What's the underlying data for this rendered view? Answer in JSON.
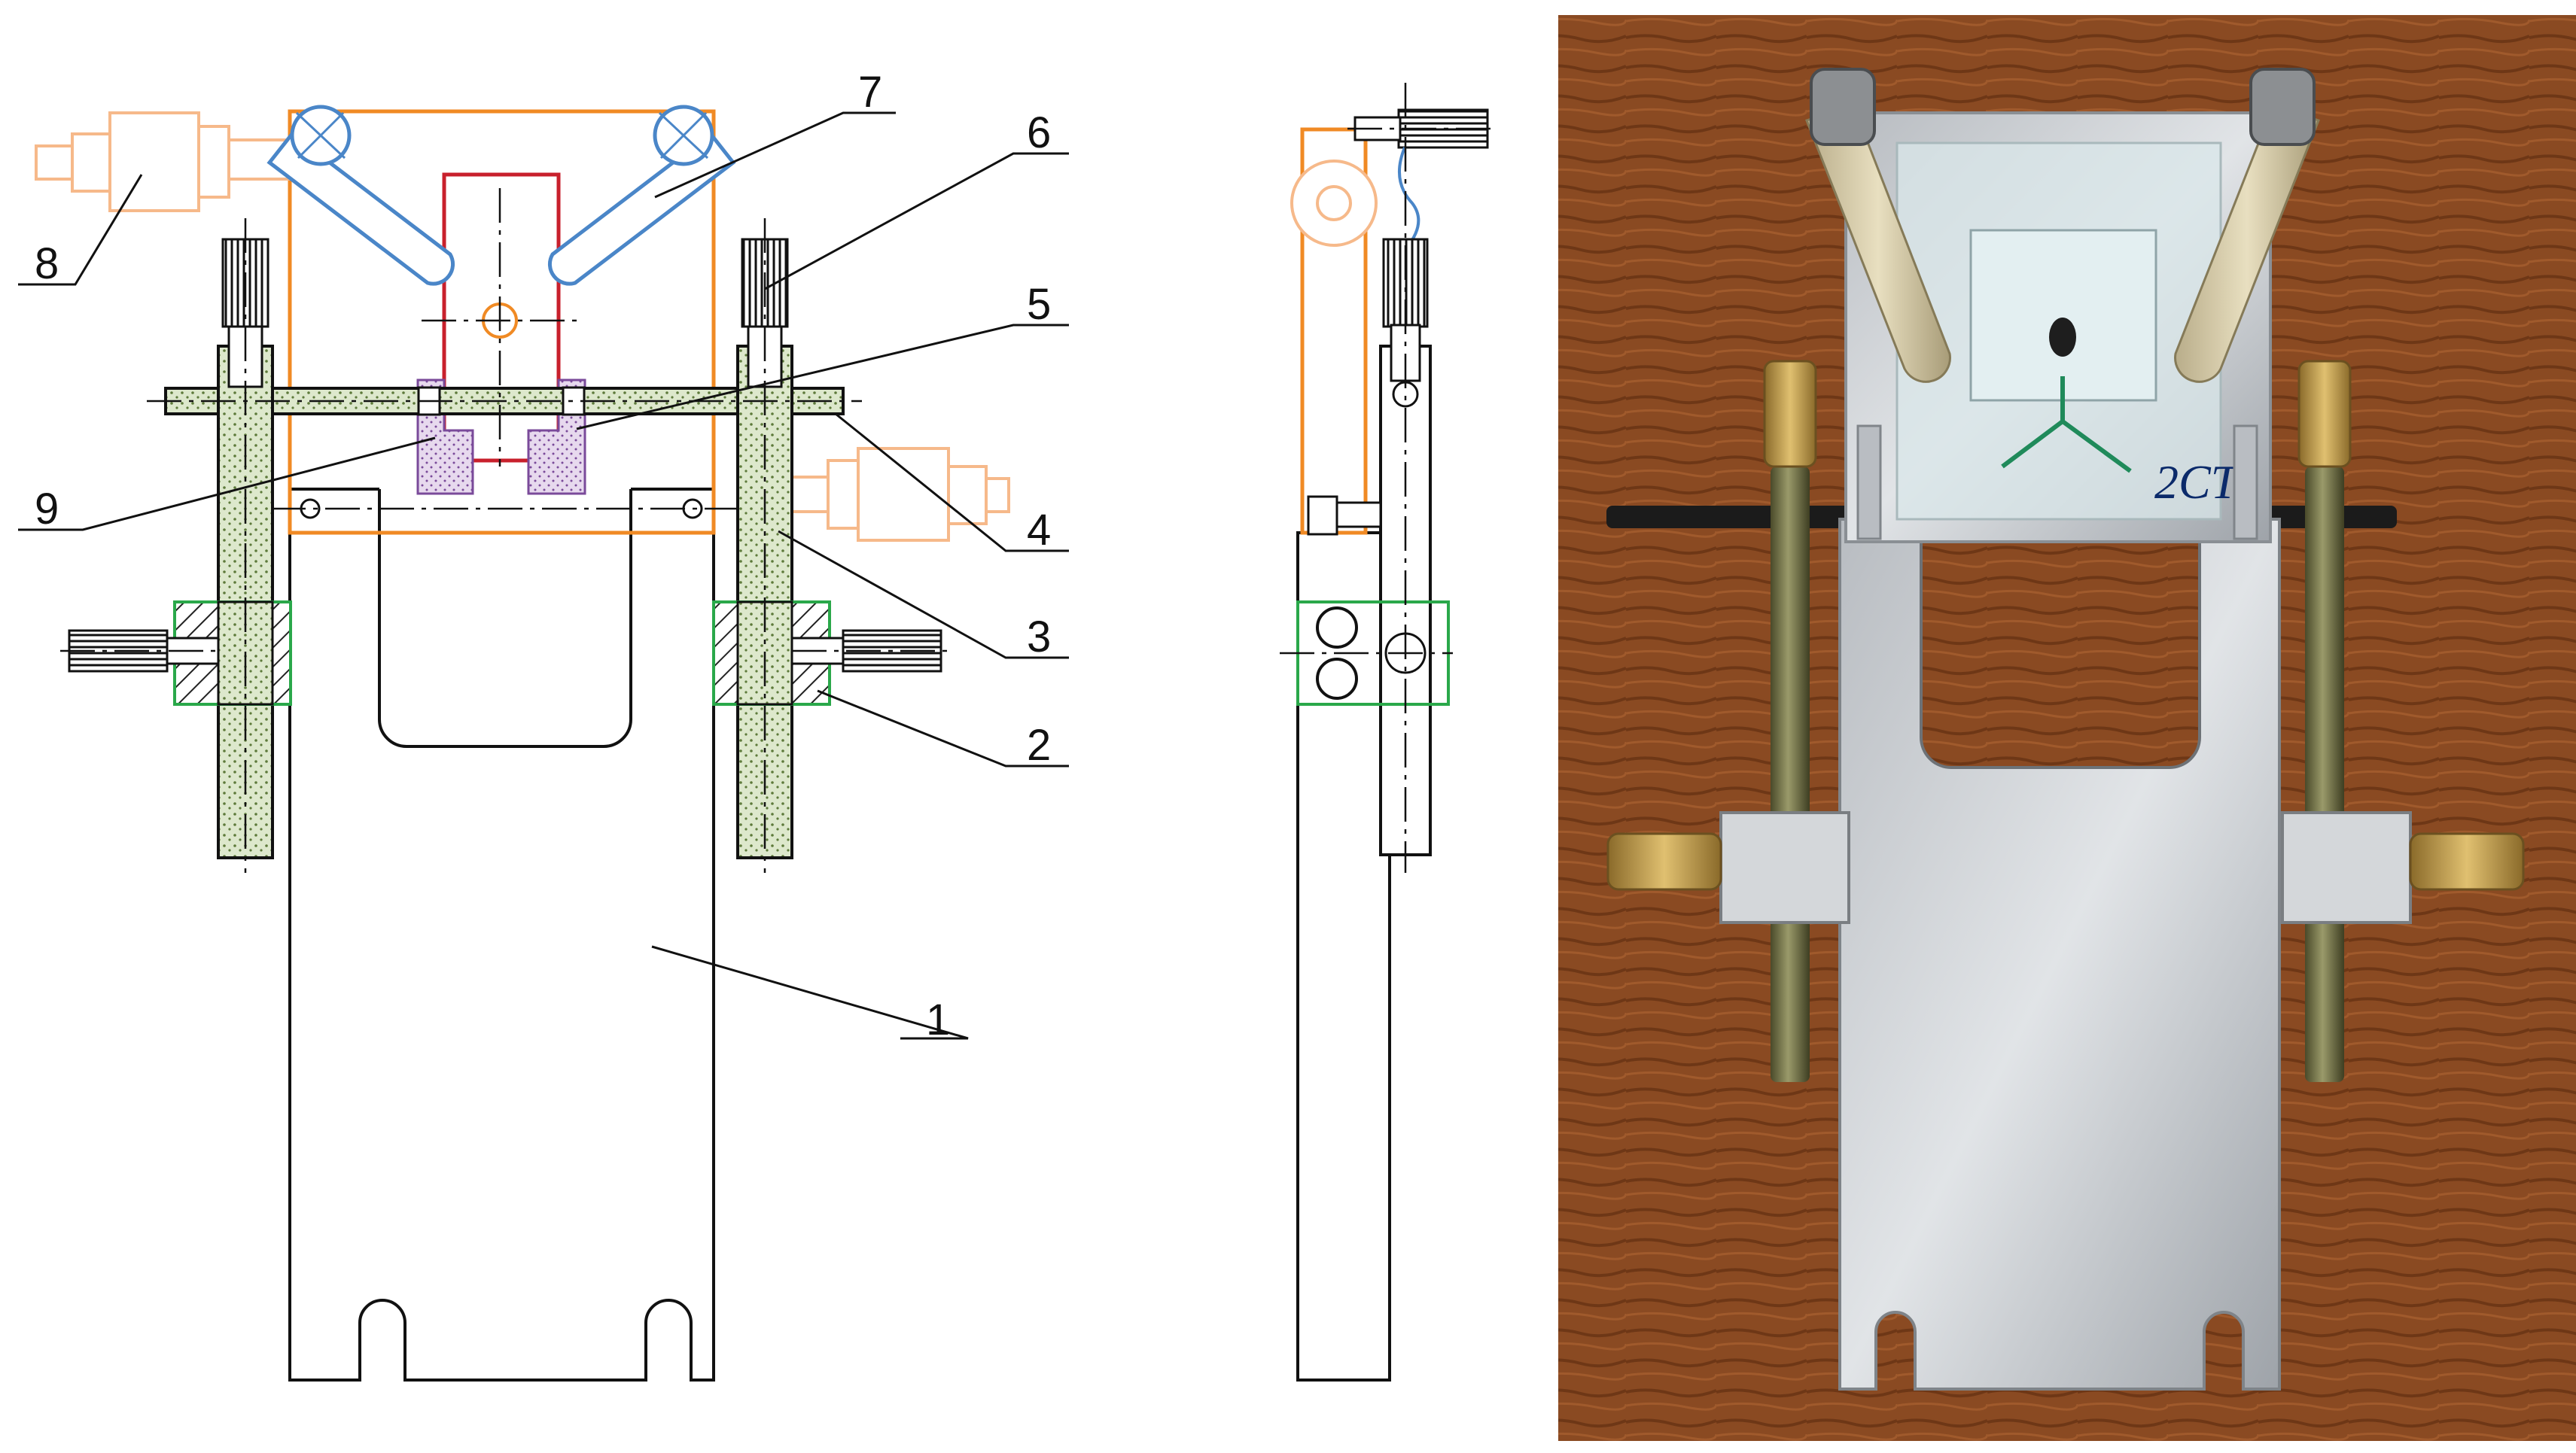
{
  "labels": {
    "n1": "1",
    "n2": "2",
    "n3": "3",
    "n4": "4",
    "n5": "5",
    "n6": "6",
    "n7": "7",
    "n8": "8",
    "n9": "9"
  },
  "photo": {
    "marking": "2CT"
  },
  "colors": {
    "drawing_line": "#111111",
    "orange_parts": "#f08a24",
    "faded_orange": "#f6b98a",
    "blue_arms": "#4a86c8",
    "red_part": "#c8202c",
    "green_hatch": "#2aa84a",
    "purple_part": "#7a4a9a",
    "rod_fill": "#dde8cc",
    "wood": "#8a4a22",
    "metal": "#c9ccd0",
    "brass": "#c9a458"
  }
}
